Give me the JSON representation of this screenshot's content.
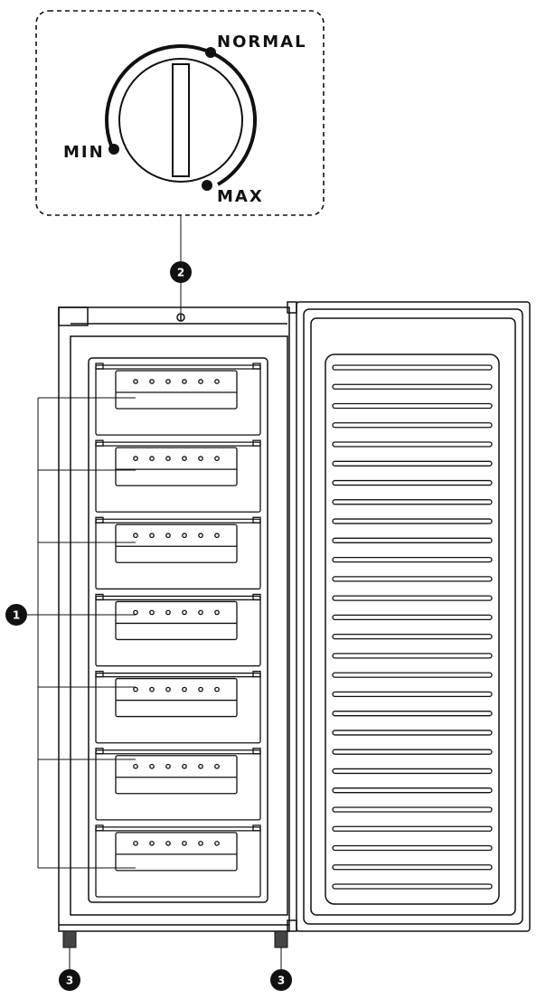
{
  "dial": {
    "label_min": "MIN",
    "label_normal": "NORMAL",
    "label_max": "MAX"
  },
  "callouts": {
    "drawers": "1",
    "thermostat": "2",
    "feet": "3"
  },
  "appliance": {
    "drawer_count": 7,
    "door_rib_count": 28
  },
  "colors": {
    "line": "#111111",
    "callout_fill": "#111111",
    "callout_text": "#ffffff"
  }
}
